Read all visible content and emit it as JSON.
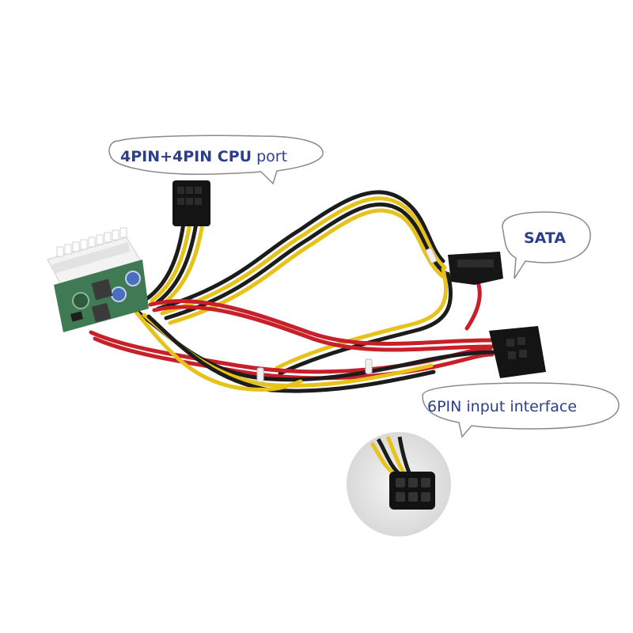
{
  "callouts": {
    "cpu": {
      "bold_part": "4PIN+4PIN CPU",
      "normal_part": " port"
    },
    "sata": {
      "label": "SATA"
    },
    "input6pin": {
      "label": "6PIN input interface"
    }
  },
  "colors": {
    "wire_yellow": "#e6c21a",
    "wire_black": "#1c1c1c",
    "wire_red": "#c8202a",
    "pcb_green": "#3f7a55",
    "connector_white": "#f3f3f3",
    "callout_text": "#2c3f8f",
    "bubble_stroke": "#8a8a8a"
  }
}
